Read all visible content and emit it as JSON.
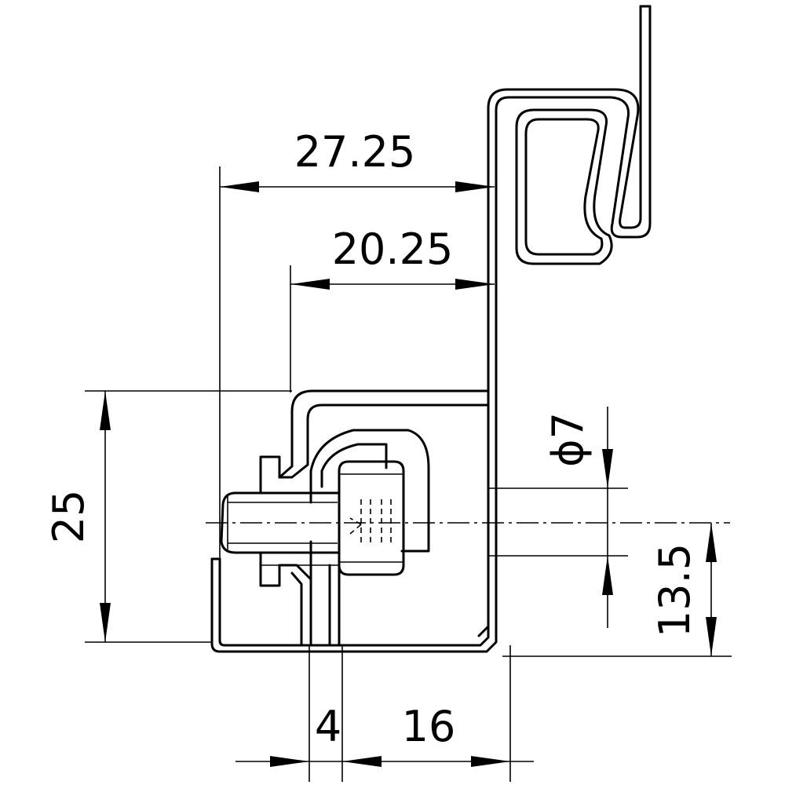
{
  "drawing": {
    "dimensions": {
      "width_27_25": "27.25",
      "width_20_25": "20.25",
      "height_25": "25",
      "diameter_7": "ϕ7",
      "height_13_5": "13.5",
      "width_4": "4",
      "width_16": "16"
    }
  }
}
